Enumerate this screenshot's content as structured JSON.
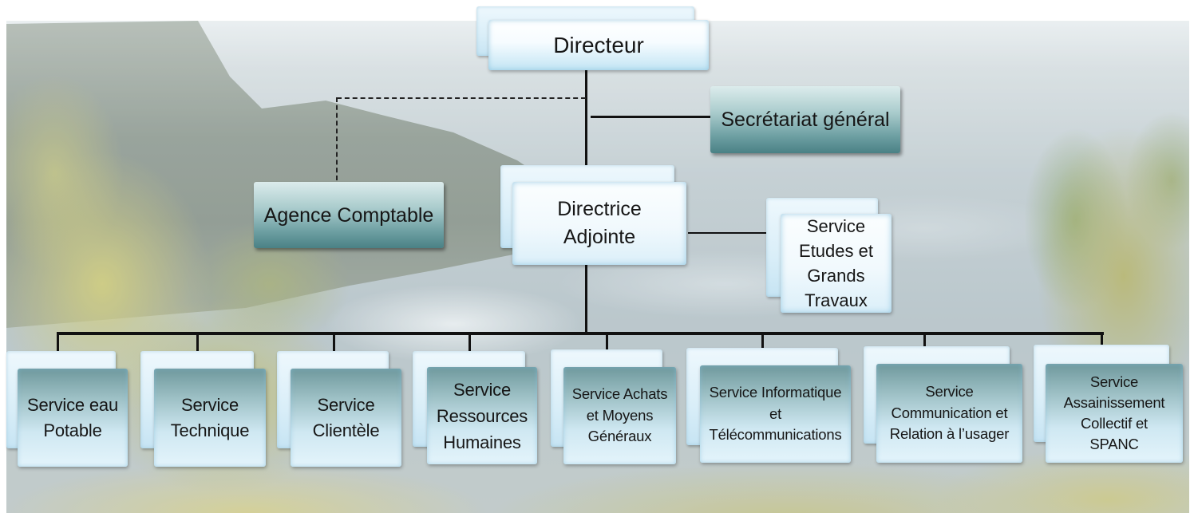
{
  "nodes": {
    "directeur": {
      "lines": [
        "Directeur"
      ]
    },
    "secretariat_general": {
      "lines": [
        "Secrétariat général"
      ]
    },
    "agence_comptable": {
      "lines": [
        "Agence Comptable"
      ]
    },
    "directrice_adjointe": {
      "lines": [
        "Directrice",
        "Adjointe"
      ]
    },
    "service_etudes": {
      "lines": [
        "Service",
        "Etudes et",
        "Grands",
        "Travaux"
      ]
    }
  },
  "services": [
    {
      "lines": [
        "Service eau",
        "Potable"
      ]
    },
    {
      "lines": [
        "Service",
        "Technique"
      ]
    },
    {
      "lines": [
        "Service",
        "Clientèle"
      ]
    },
    {
      "lines": [
        "Service",
        "Ressources",
        "Humaines"
      ]
    },
    {
      "lines": [
        "Service Achats",
        "et Moyens",
        "Généraux"
      ]
    },
    {
      "lines": [
        "Service Informatique",
        "et",
        "Télécommunications"
      ]
    },
    {
      "lines": [
        "Service",
        "Communication et",
        "Relation à l’usager"
      ]
    },
    {
      "lines": [
        "Service",
        "Assainissement",
        "Collectif et",
        "SPANC"
      ]
    }
  ],
  "colors": {
    "connector": "#111111",
    "box_light": "#dff1fa",
    "box_teal": "#4a8185",
    "text": "#161616"
  }
}
